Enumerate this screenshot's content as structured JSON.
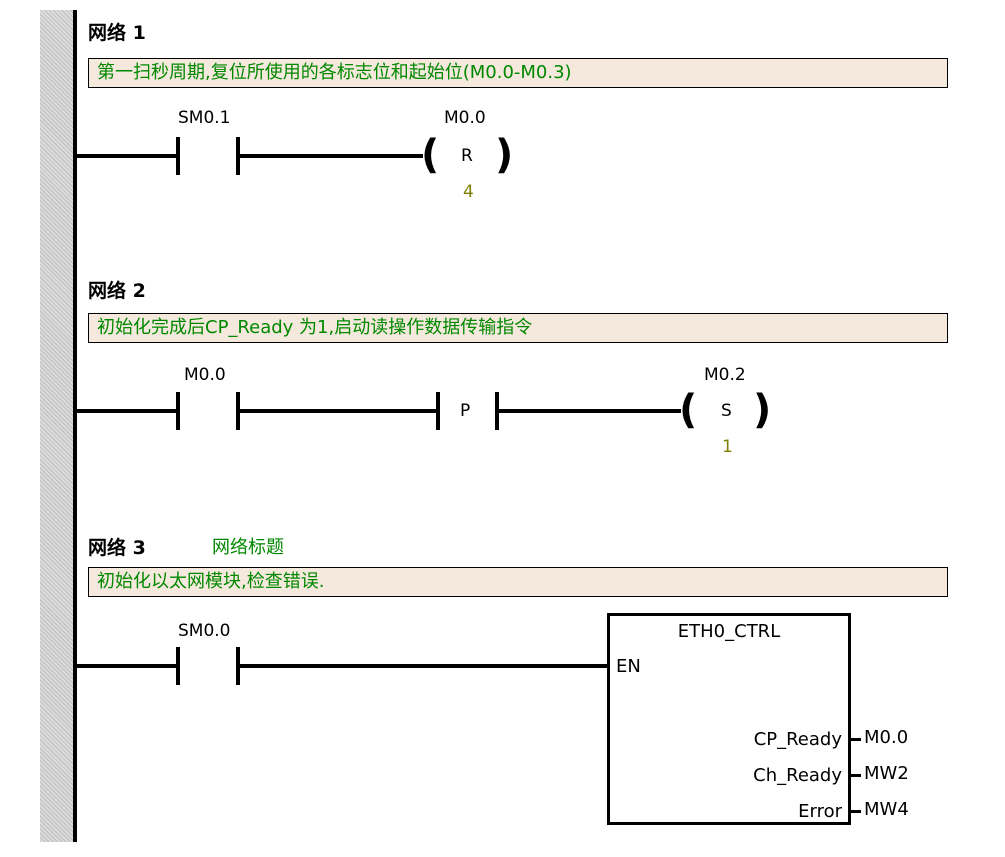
{
  "networks": [
    {
      "title": "网络 1",
      "comment": "第一扫秒周期,复位所使用的各标志位和起始位(M0.0-M0.3)",
      "contact": {
        "address": "SM0.1"
      },
      "coil": {
        "address": "M0.0",
        "op": "R",
        "count": "4"
      }
    },
    {
      "title": "网络 2",
      "comment": "初始化完成后CP_Ready 为1,启动读操作数据传输指令",
      "contact": {
        "address": "M0.0"
      },
      "edge": {
        "label": "P"
      },
      "coil": {
        "address": "M0.2",
        "op": "S",
        "count": "1"
      }
    },
    {
      "title": "网络 3",
      "subtitle": "网络标题",
      "comment": "初始化以太网模块,检查错误.",
      "contact": {
        "address": "SM0.0"
      },
      "block": {
        "name": "ETH0_CTRL",
        "input": "EN",
        "outputs": [
          {
            "pin": "CP_Ready",
            "param": "M0.0"
          },
          {
            "pin": "Ch_Ready",
            "param": "MW2"
          },
          {
            "pin": "Error",
            "param": "MW4"
          }
        ]
      }
    }
  ]
}
